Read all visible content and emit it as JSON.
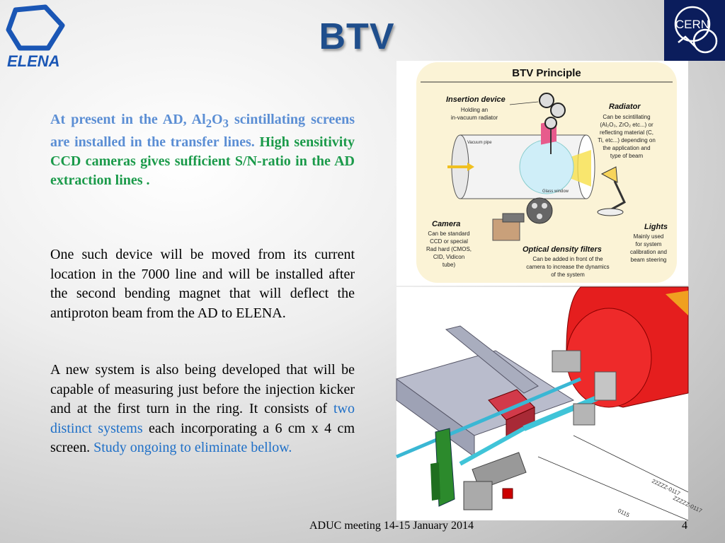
{
  "logo": {
    "elena_text": "ELENA",
    "cern_text": "CERN"
  },
  "title": "BTV",
  "para1": {
    "blue_before": "At present in the AD, Al",
    "sub1": "2",
    "o": "O",
    "sub2": "3",
    "blue_after": " scintillating screens are installed in the transfer lines.",
    "green": " High sensitivity CCD cameras gives sufficient S/N-ratio in the AD extraction lines ."
  },
  "para2": "One such device will be moved from its current location in the 7000 line and will be installed after the second bending magnet that will deflect the antiproton beam from the AD to ELENA.",
  "para3": {
    "text1": "A new system is also being developed that will be capable of measuring just before the injection kicker and at the first turn in the ring. It consists of ",
    "link1": "two distinct systems",
    "text2": " each incorporating a 6 cm x 4 cm screen. ",
    "link2": "Study ongoing to eliminate bellow."
  },
  "diagram": {
    "heading": "BTV Principle",
    "insertion_title": "Insertion device",
    "insertion_l1": "Holding an",
    "insertion_l2": "in-vacuum radiator",
    "radiator_title": "Radiator",
    "radiator_l1": "Can be scintillating",
    "radiator_l2": "(Al₂O₃, ZrO₂ etc...) or",
    "radiator_l3": "reflecting material (C,",
    "radiator_l4": "Ti, etc...) depending on",
    "radiator_l5": "the application and",
    "radiator_l6": "type of beam",
    "vacuum_pipe": "Vacuum pipe",
    "glass_window": "Glass window",
    "camera_title": "Camera",
    "camera_l1": "Can be standard",
    "camera_l2": "CCD or special",
    "camera_l3": "Rad hard (CMOS,",
    "camera_l4": "CID,  Vidicon",
    "camera_l5": "tube)",
    "filters_title": "Optical density filters",
    "filters_l1": "Can be added in front of the",
    "filters_l2": "camera to increase the dynamics",
    "filters_l3": "of the system",
    "lights_title": "Lights",
    "lights_l1": "Mainly used",
    "lights_l2": "for system",
    "lights_l3": "calibration and",
    "lights_l4": "beam steering"
  },
  "render": {
    "label1": "22ZZZ-0117",
    "label2": "ZZZZZ-0117",
    "label3": "0115"
  },
  "footer": "ADUC meeting 14-15 January 2014",
  "page_number": "4"
}
